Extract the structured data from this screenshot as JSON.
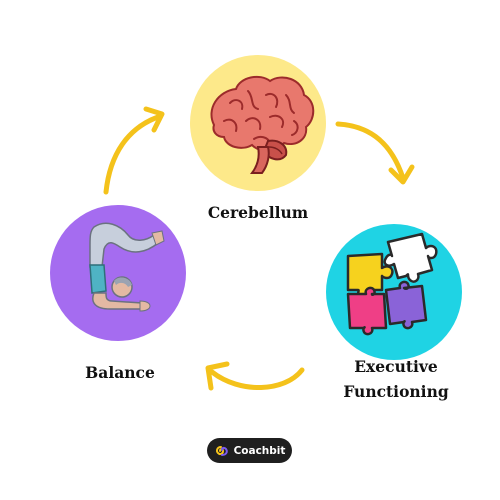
{
  "nodes": {
    "cerebellum": {
      "label": "Cerebellum",
      "circle_color": "#fde98a"
    },
    "executive": {
      "line1": "Executive",
      "line2": "Functioning",
      "circle_color": "#1fd3e4"
    },
    "balance": {
      "label": "Balance",
      "circle_color": "#a56cf0"
    }
  },
  "arrow_color": "#f4c21b",
  "icons": [
    "brain-icon",
    "puzzle-pieces-icon",
    "yoga-pose-icon",
    "coachbit-logo-icon"
  ],
  "brand": {
    "name": "Coachbit"
  }
}
